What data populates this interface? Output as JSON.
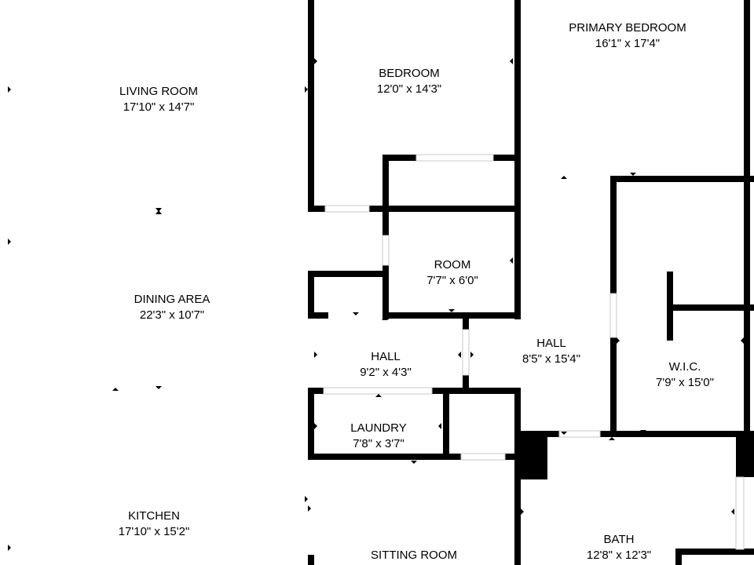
{
  "floorplan": {
    "rooms": {
      "living_room": {
        "name": "LIVING ROOM",
        "dims": "17'10\" x 14'7\""
      },
      "bedroom": {
        "name": "BEDROOM",
        "dims": "12'0\" x 14'3\""
      },
      "primary_bedroom": {
        "name": "PRIMARY BEDROOM",
        "dims": "16'1\" x 17'4\""
      },
      "room": {
        "name": "ROOM",
        "dims": "7'7\" x 6'0\""
      },
      "dining_area": {
        "name": "DINING AREA",
        "dims": "22'3\" x 10'7\""
      },
      "hall_small": {
        "name": "HALL",
        "dims": "9'2\" x 4'3\""
      },
      "hall_large": {
        "name": "HALL",
        "dims": "8'5\" x 15'4\""
      },
      "wic": {
        "name": "W.I.C.",
        "dims": "7'9\" x 15'0\""
      },
      "laundry": {
        "name": "LAUNDRY",
        "dims": "7'8\" x 3'7\""
      },
      "kitchen": {
        "name": "KITCHEN",
        "dims": "17'10\" x 15'2\""
      },
      "bath": {
        "name": "BATH",
        "dims": "12'8\" x 12'3\""
      },
      "sitting_room": {
        "name": "SITTING ROOM"
      }
    },
    "colors": {
      "wall": "#000000",
      "background": "#ffffff",
      "opening_outline": "#c8c8c8"
    }
  }
}
